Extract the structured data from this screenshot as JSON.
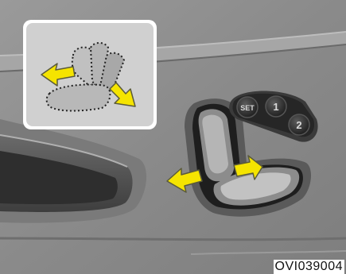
{
  "figure": {
    "code": "OVI039004"
  },
  "memory_buttons": [
    {
      "label": "SET"
    },
    {
      "label": "1"
    },
    {
      "label": "2"
    }
  ],
  "icons": {
    "seat_switch": "power-seat-switch-icon",
    "recline_diagram": "seat-recline-diagram-icon"
  },
  "colors": {
    "arrow": "#f5e400",
    "arrow_outline": "#5a5a3a",
    "door_panel": "#8c8c8c",
    "inset_background": "#d0d0d0"
  }
}
